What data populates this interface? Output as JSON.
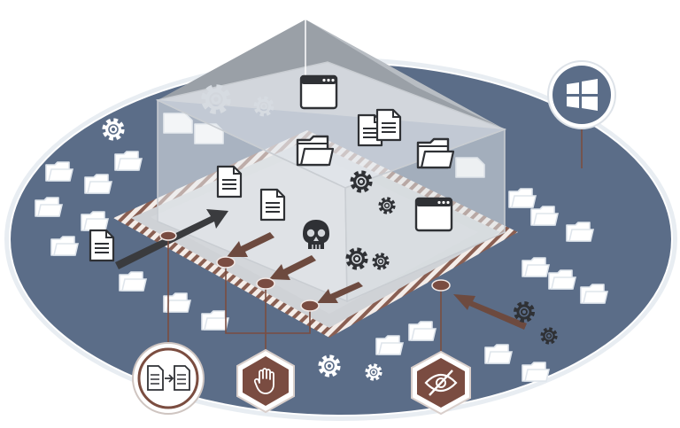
{
  "diagram": {
    "colors": {
      "platform": "#5b6d88",
      "platform_edge": "#ffffff",
      "outer_halo": "#e8edf2",
      "hatch_light": "#f4ede9",
      "hatch_dark": "#8a5f52",
      "box_glass": "#d9dfe6",
      "box_outline": "#c9cdd2",
      "floor": "#cfd2d6",
      "roof": "#9aa0a7",
      "icon_dark": "#2f3135",
      "arrow_dark": "#3a3b3e",
      "arrow_brown": "#6d4a3f",
      "connector": "#7b4d40",
      "badge_fill": "#7a4c41"
    },
    "icons": [
      "windows-icon",
      "gear-icon",
      "document-icon",
      "folder-icon",
      "window-icon",
      "skull-icon",
      "hand-stop-icon",
      "eye-slash-icon",
      "file-transfer-icon"
    ],
    "badges": [
      {
        "name": "windows-logo-badge",
        "icon": "windows-icon"
      },
      {
        "name": "file-redirect-badge",
        "icon": "file-transfer-icon"
      },
      {
        "name": "block-badge",
        "icon": "hand-stop-icon"
      },
      {
        "name": "hide-badge",
        "icon": "eye-slash-icon"
      }
    ]
  }
}
